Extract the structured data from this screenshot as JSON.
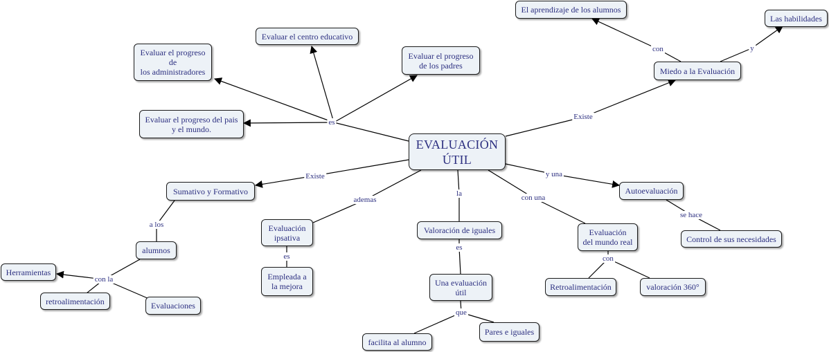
{
  "central": "EVALUACIÓN\nÚTIL",
  "nodes": {
    "n_admin": "Evaluar el progreso\nde\nlos administradores",
    "n_centro": "Evaluar el centro educativo",
    "n_padres": "Evaluar el progreso\nde los padres",
    "n_pais": "Evaluar el progreso del pais\ny el mundo.",
    "n_aprendizaje": "El aprendizaje de los alumnos",
    "n_habilidades": "Las habilidades",
    "n_miedo": "Miedo a la Evaluación",
    "n_sumativo": "Sumativo y Formativo",
    "n_alumnos": "alumnos",
    "n_herramientas": "Herramientas",
    "n_retro1": "retroalimentación",
    "n_evaluaciones": "Evaluaciones",
    "n_ipsativa": "Evaluación\nipsativa",
    "n_empleada": "Empleada a\nla mejora",
    "n_valoracion": "Valoración de iguales",
    "n_una": "Una evaluación\nútil",
    "n_facilita": "facilita al alumno",
    "n_pares": "Pares e iguales",
    "n_mundo": "Evaluación\ndel mundo real",
    "n_retro2": "Retroalimentación",
    "n_360": "valoración 360°",
    "n_autoev": "Autoevaluación",
    "n_control": "Control de sus necesidades"
  },
  "labels": {
    "l_es": "es",
    "l_existe_top": "Existe",
    "l_con_top": "con",
    "l_y_top": "y",
    "l_existe_left": "Existe",
    "l_alos": "a los",
    "l_conla": "con la",
    "l_ademas": "ademas",
    "l_es_ips": "es",
    "l_la": "la",
    "l_es_val": "es",
    "l_que": "que",
    "l_conuna": "con una",
    "l_con_mundo": "con",
    "l_yuna": "y una",
    "l_sehace": "se hace"
  }
}
